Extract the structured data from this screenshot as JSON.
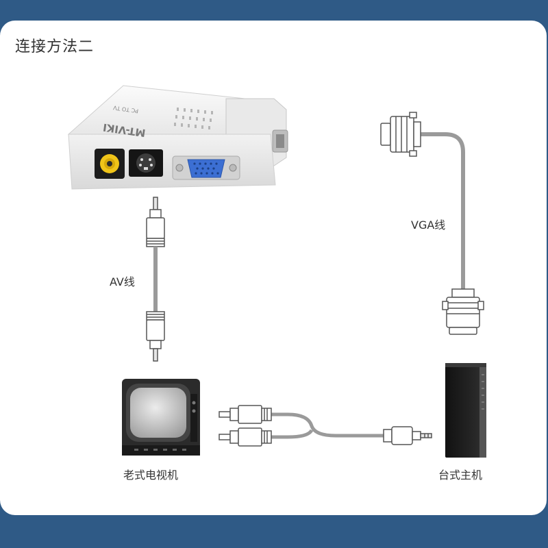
{
  "title": "连接方法二",
  "device_brand": "MT-VIKI",
  "device_model": "PC TO TV",
  "labels": {
    "av_cable": "AV线",
    "vga_cable": "VGA线",
    "old_tv": "老式电视机",
    "desktop_pc": "台式主机"
  },
  "colors": {
    "frame": "#2f5a86",
    "cable": "#9a9a9a",
    "connector_stroke": "#555555",
    "vga_port": "#3c6fd3",
    "rca_port": "#f0c419",
    "tv_body": "#2b2b2b",
    "pc_body": "#1e1e1e"
  }
}
